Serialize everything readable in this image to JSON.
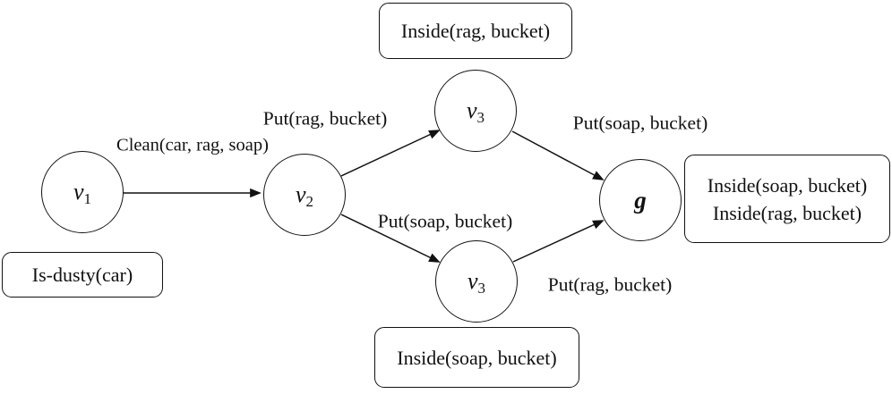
{
  "diagram": {
    "title": "plan-graph",
    "colors": {
      "stroke": "#111111",
      "background": "#ffffff",
      "text": "#111111"
    },
    "nodes": {
      "v1": {
        "base": "v",
        "sub": "1"
      },
      "v2": {
        "base": "v",
        "sub": "2"
      },
      "v3a": {
        "base": "v",
        "sub": "3"
      },
      "v3b": {
        "base": "v",
        "sub": "3"
      },
      "g": {
        "base": "g",
        "sub": ""
      }
    },
    "edge_labels": {
      "clean": "Clean(car, rag, soap)",
      "put_rag_top": "Put(rag, bucket)",
      "put_soap_right": "Put(soap, bucket)",
      "put_soap_mid": "Put(soap, bucket)",
      "put_rag_bottom": "Put(rag, bucket)"
    },
    "state_boxes": {
      "v1_state": "Is-dusty(car)",
      "v3a_state": "Inside(rag, bucket)",
      "v3b_state": "Inside(soap, bucket)",
      "goal_state_lines": [
        "Inside(soap, bucket)",
        "Inside(rag, bucket)"
      ]
    }
  }
}
